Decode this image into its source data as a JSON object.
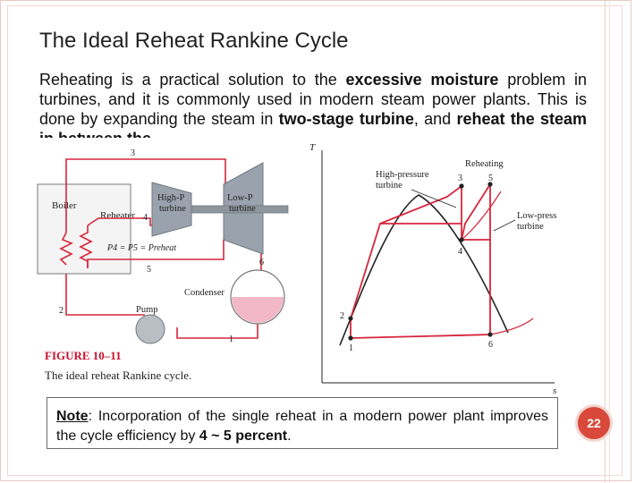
{
  "slide": {
    "title": "The Ideal Reheat Rankine Cycle",
    "body_parts": [
      {
        "text": "Reheating is a practical solution to the ",
        "bold": false
      },
      {
        "text": "excessive moisture",
        "bold": true
      },
      {
        "text": " problem in turbines, and it is commonly used in modern steam power plants. This is done by expanding the steam in ",
        "bold": false
      },
      {
        "text": "two-stage turbine",
        "bold": true
      },
      {
        "text": ", and ",
        "bold": false
      },
      {
        "text": "reheat the steam in between the",
        "bold": true
      }
    ],
    "page_number": "22"
  },
  "schematic": {
    "boiler": "Boiler",
    "reheater": "Reheater",
    "high_p_turbine": [
      "High-P",
      "turbine"
    ],
    "low_p_turbine": [
      "Low-P",
      "turbine"
    ],
    "pressure_eq": "P4 = P5 = Preheat",
    "condenser": "Condenser",
    "pump": "Pump",
    "state_labels": [
      "1",
      "2",
      "3",
      "4",
      "5",
      "6"
    ]
  },
  "figure_caption": {
    "number": "FIGURE 10–11",
    "text": "The ideal reheat Rankine cycle."
  },
  "ts_diagram": {
    "y_axis": "T",
    "x_axis": "s",
    "labels": {
      "high_pressure_turbine": [
        "High-pressure",
        "turbine"
      ],
      "reheating": "Reheating",
      "low_press_turbine": [
        "Low-press",
        "turbine"
      ]
    },
    "state_labels": [
      "1",
      "2",
      "3",
      "4",
      "5",
      "6"
    ]
  },
  "note": {
    "label": "Note",
    "text_before": ": Incorporation of the single reheat in a modern power plant improves the cycle efficiency by ",
    "highlight": "4 ~ 5 percent",
    "text_after": "."
  },
  "colors": {
    "cycle_red": "#d6263c",
    "badge": "#d8493b",
    "turbine_gray": "#9aa3ad",
    "condenser_pink": "#f2b8c8",
    "caption_red": "#c8102e"
  }
}
